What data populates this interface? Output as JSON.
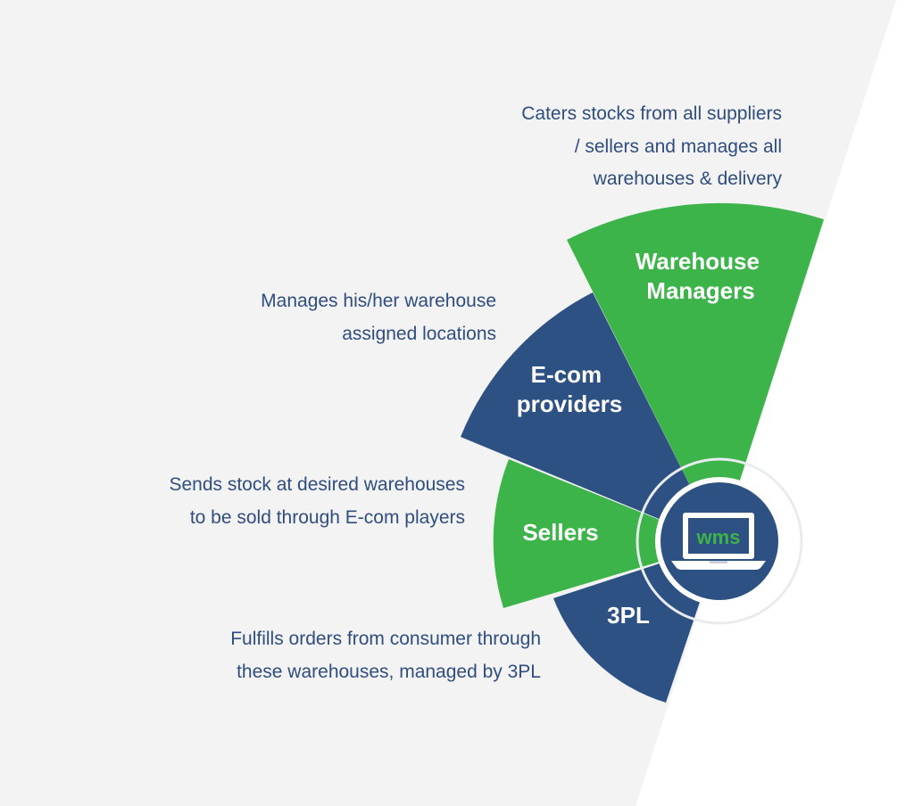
{
  "colors": {
    "green": "#3cb449",
    "navy": "#2e5184",
    "panel": "#f3f3f4",
    "text": "#2f4d7e",
    "logo_text": "#3cb449"
  },
  "segments": [
    {
      "id": "warehouse-managers",
      "label_lines": [
        "Warehouse",
        "Managers"
      ],
      "color": "green",
      "description_lines": [
        "Caters stocks from all suppliers",
        "/ sellers and manages all",
        "warehouses & delivery"
      ]
    },
    {
      "id": "ecom-providers",
      "label_lines": [
        "E-com",
        "providers"
      ],
      "color": "navy",
      "description_lines": [
        "Manages his/her warehouse",
        "assigned locations"
      ]
    },
    {
      "id": "sellers",
      "label_lines": [
        "Sellers"
      ],
      "color": "green",
      "description_lines": [
        "Sends stock at desired warehouses",
        "to be sold through E-com players"
      ]
    },
    {
      "id": "3pl",
      "label_lines": [
        "3PL"
      ],
      "color": "navy",
      "description_lines": [
        "Fulfills orders from consumer through",
        "these warehouses, managed by 3PL"
      ]
    }
  ],
  "center": {
    "icon": "laptop-icon",
    "text": "wms"
  }
}
